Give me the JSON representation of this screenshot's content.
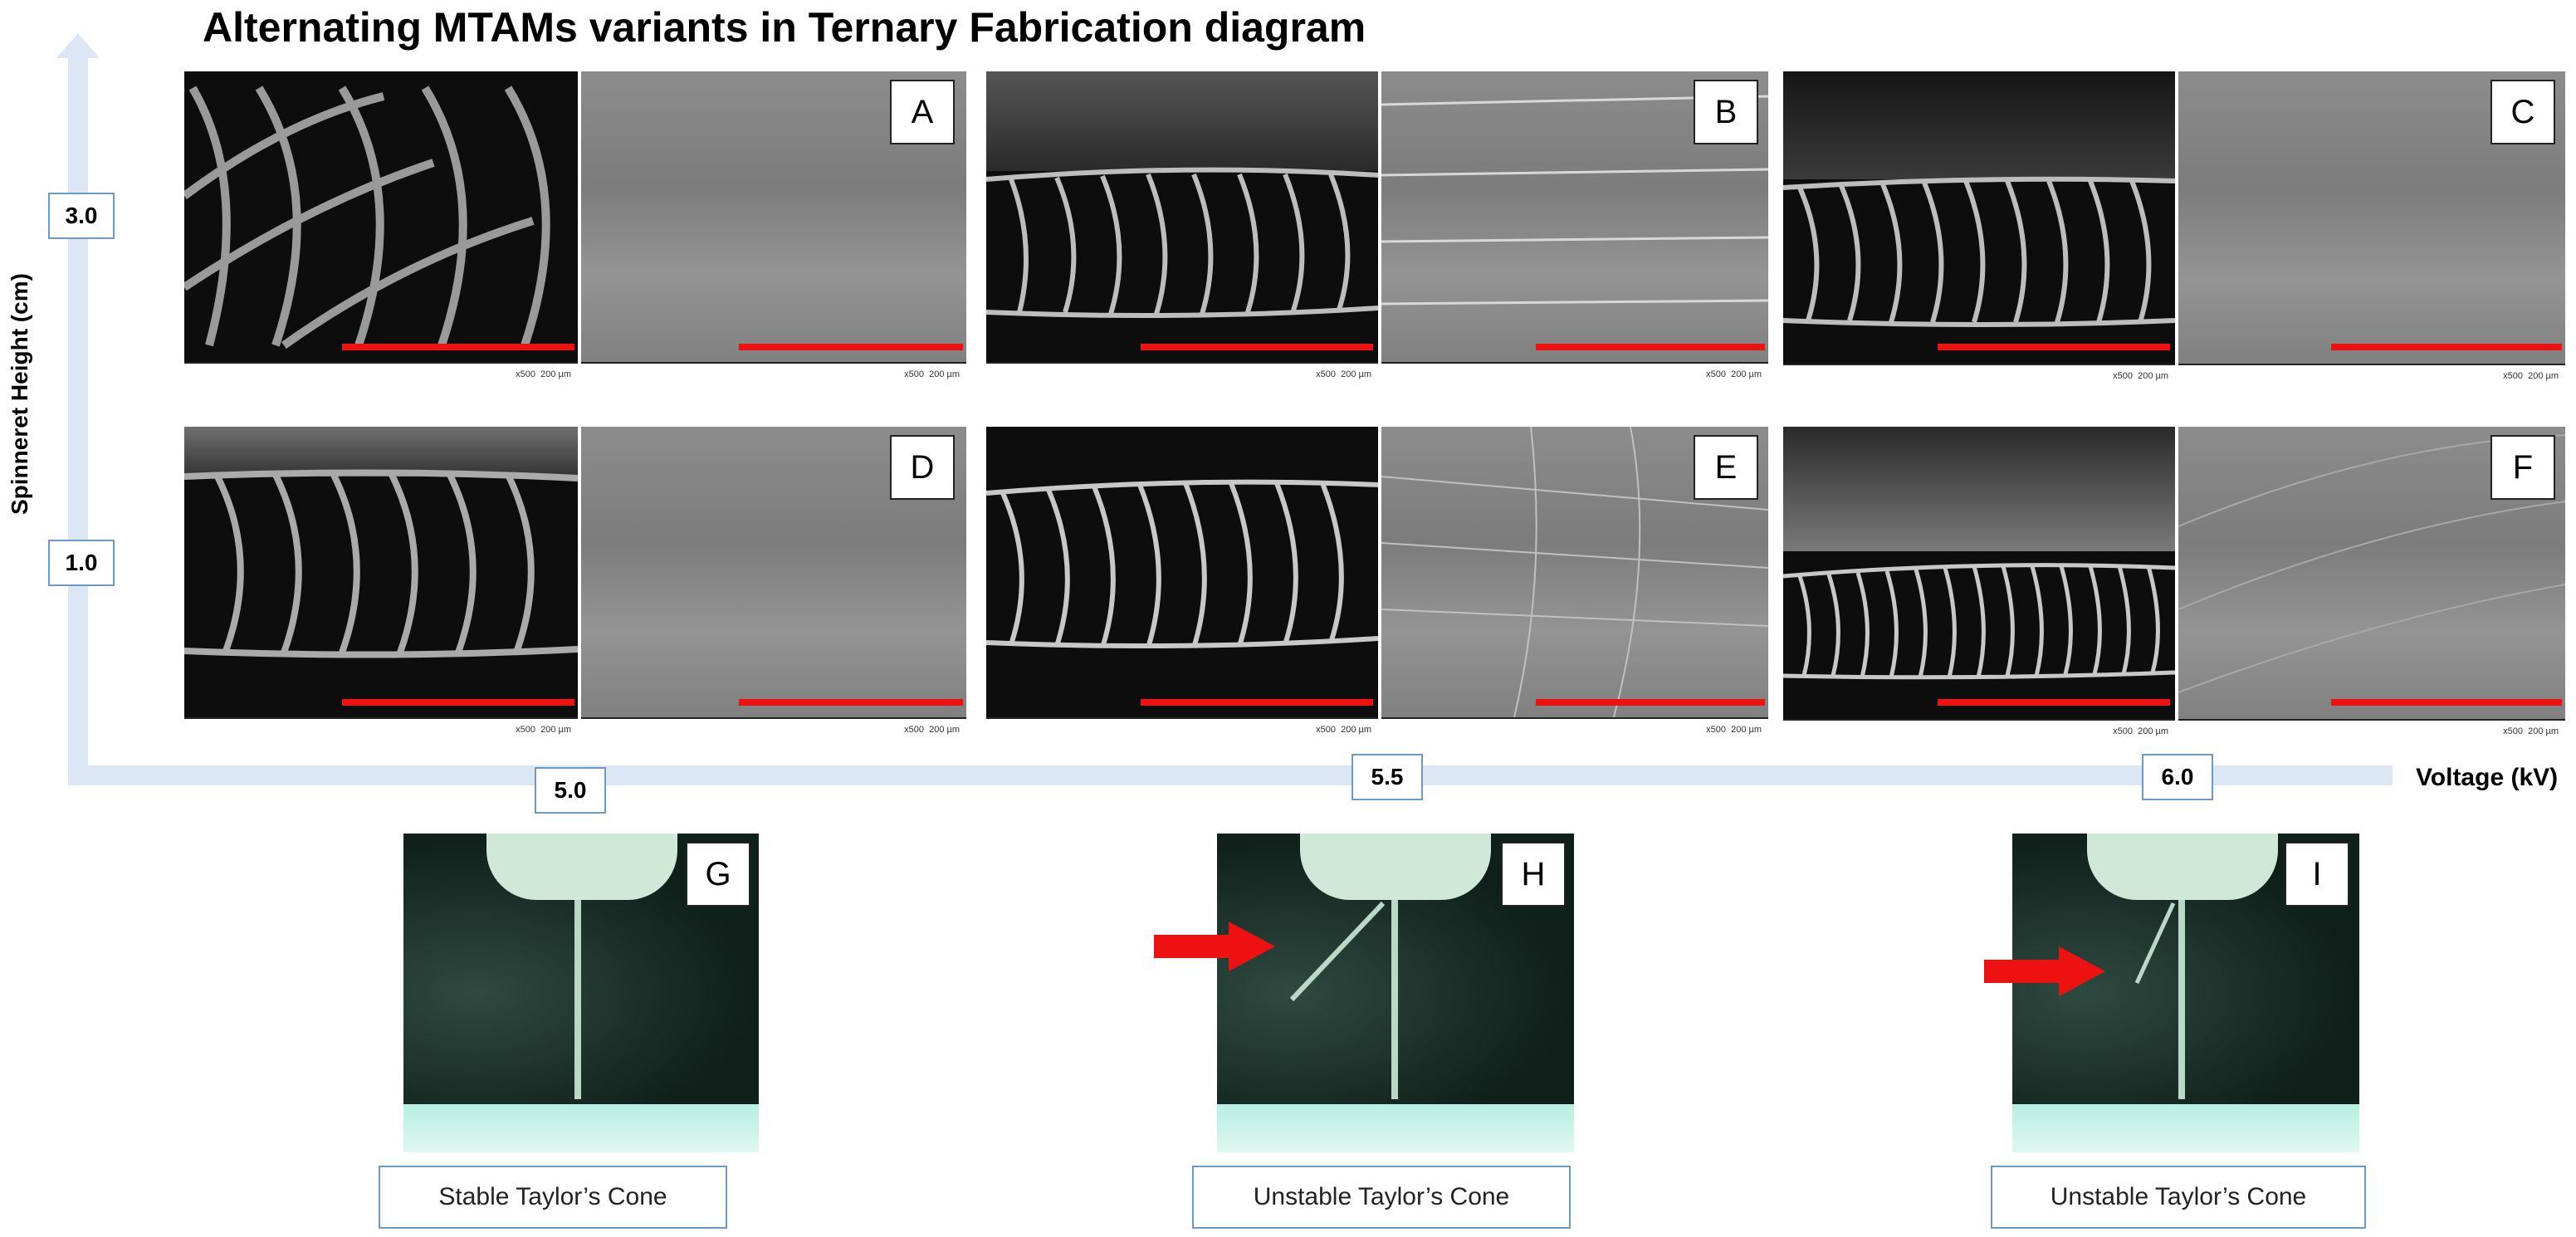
{
  "title": "Alternating MTAMs variants in Ternary Fabrication diagram",
  "axes": {
    "y_label": "Spinneret Height (cm)",
    "x_label": "Voltage (kV)",
    "y_ticks": [
      "3.0",
      "1.0"
    ],
    "x_ticks": [
      "5.0",
      "5.5",
      "6.0"
    ],
    "axis_color": "#dbe7f4"
  },
  "sem_panels": [
    {
      "letter": "A",
      "scale_left": "x500",
      "scale_right": "200 µm",
      "scale_bar_color": "#ee1111"
    },
    {
      "letter": "B",
      "scale_left": "x500",
      "scale_right": "200 µm",
      "scale_bar_color": "#ee1111"
    },
    {
      "letter": "C",
      "scale_left": "x500",
      "scale_right": "200 µm",
      "scale_bar_color": "#ee1111"
    },
    {
      "letter": "D",
      "scale_left": "x500",
      "scale_right": "200 µm",
      "scale_bar_color": "#ee1111"
    },
    {
      "letter": "E",
      "scale_left": "x500",
      "scale_right": "200 µm",
      "scale_bar_color": "#ee1111"
    },
    {
      "letter": "F",
      "scale_left": "x500",
      "scale_right": "200 µm",
      "scale_bar_color": "#ee1111"
    }
  ],
  "cone_panels": [
    {
      "letter": "G",
      "caption": "Stable Taylor’s Cone",
      "arrow": false
    },
    {
      "letter": "H",
      "caption": "Unstable Taylor’s Cone",
      "arrow": true
    },
    {
      "letter": "I",
      "caption": "Unstable Taylor’s Cone",
      "arrow": true
    }
  ],
  "colors": {
    "arrow": "#ee1111",
    "caption_border": "#6d98c8"
  }
}
